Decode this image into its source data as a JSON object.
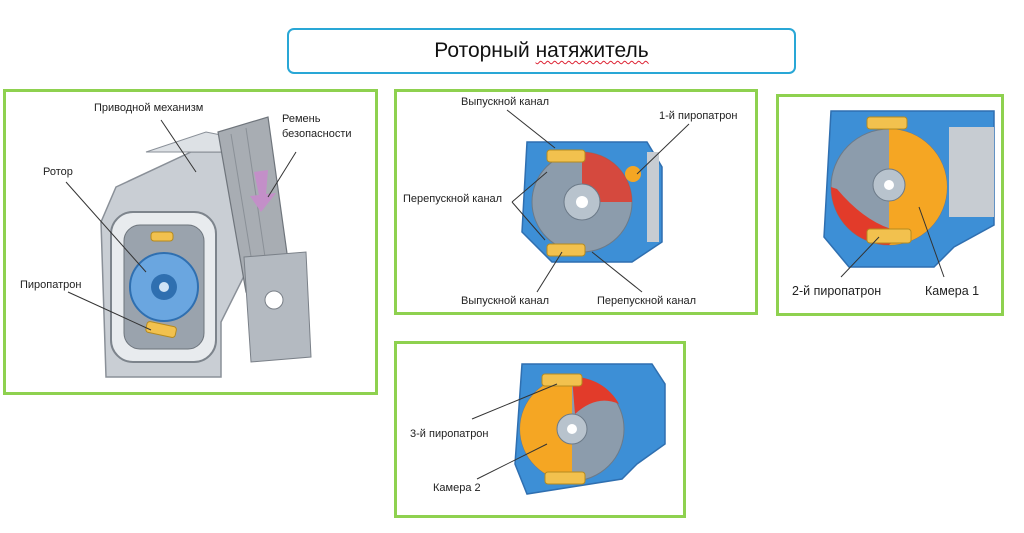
{
  "title": {
    "prefix": "Роторный ",
    "word": "натяжитель"
  },
  "panel_main": {
    "labels": {
      "drive": "Приводной механизм",
      "belt_line1": "Ремень",
      "belt_line2": "безопасности",
      "rotor": "Ротор",
      "squib": "Пиропатрон"
    }
  },
  "panel_stage1": {
    "labels": {
      "outlet_top": "Выпускной канал",
      "squib1": "1-й пиропатрон",
      "bypass_left": "Перепускной канал",
      "outlet_bottom": "Выпускной канал",
      "bypass_bottom": "Перепускной канал"
    }
  },
  "panel_stage2": {
    "labels": {
      "squib2": "2-й пиропатрон",
      "chamber1": "Камера 1"
    }
  },
  "panel_stage3": {
    "labels": {
      "squib3": "3-й пиропатрон",
      "chamber2": "Камера 2"
    }
  },
  "colors": {
    "frame": "#8ed14f",
    "title_border": "#29a7d6",
    "housing_blue": "#3d8fd6",
    "rotor_gray": "#8c9cac",
    "gas_red": "#e23b2a",
    "chamber_orange": "#f5a623",
    "squib_yellow": "#f2c14e"
  }
}
